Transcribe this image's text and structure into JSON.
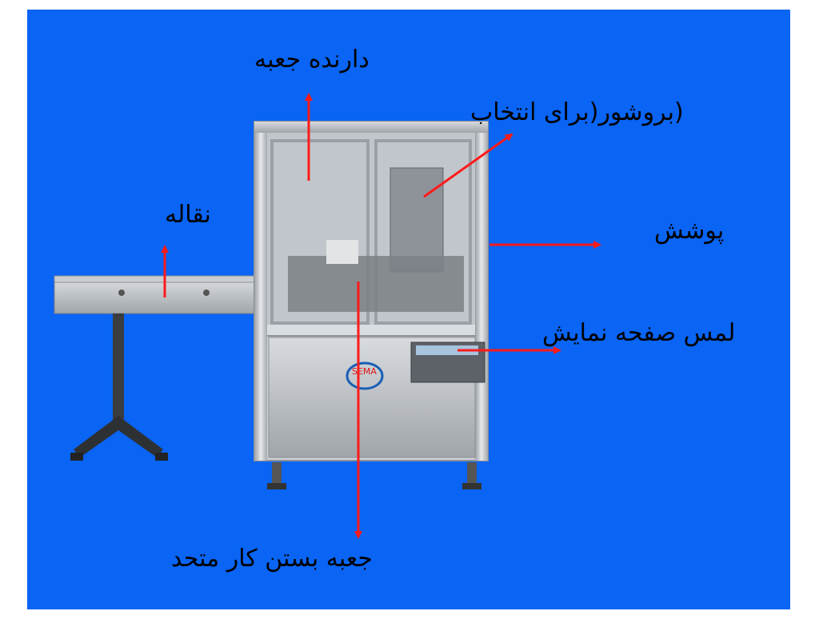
{
  "colors": {
    "background": "#0a64f4",
    "arrow": "#ff1a1a",
    "text": "#000000"
  },
  "brand": "SEMA",
  "labels": {
    "box_holder": "دارنده جعبه",
    "brochure_picker": "(بروشور(برای انتخاب",
    "conveyor": "نقاله",
    "cover": "پوشش",
    "touch_screen": "لمس صفحه نمایش",
    "integrated_cartoner": "جعبه بستن کار متحد"
  }
}
